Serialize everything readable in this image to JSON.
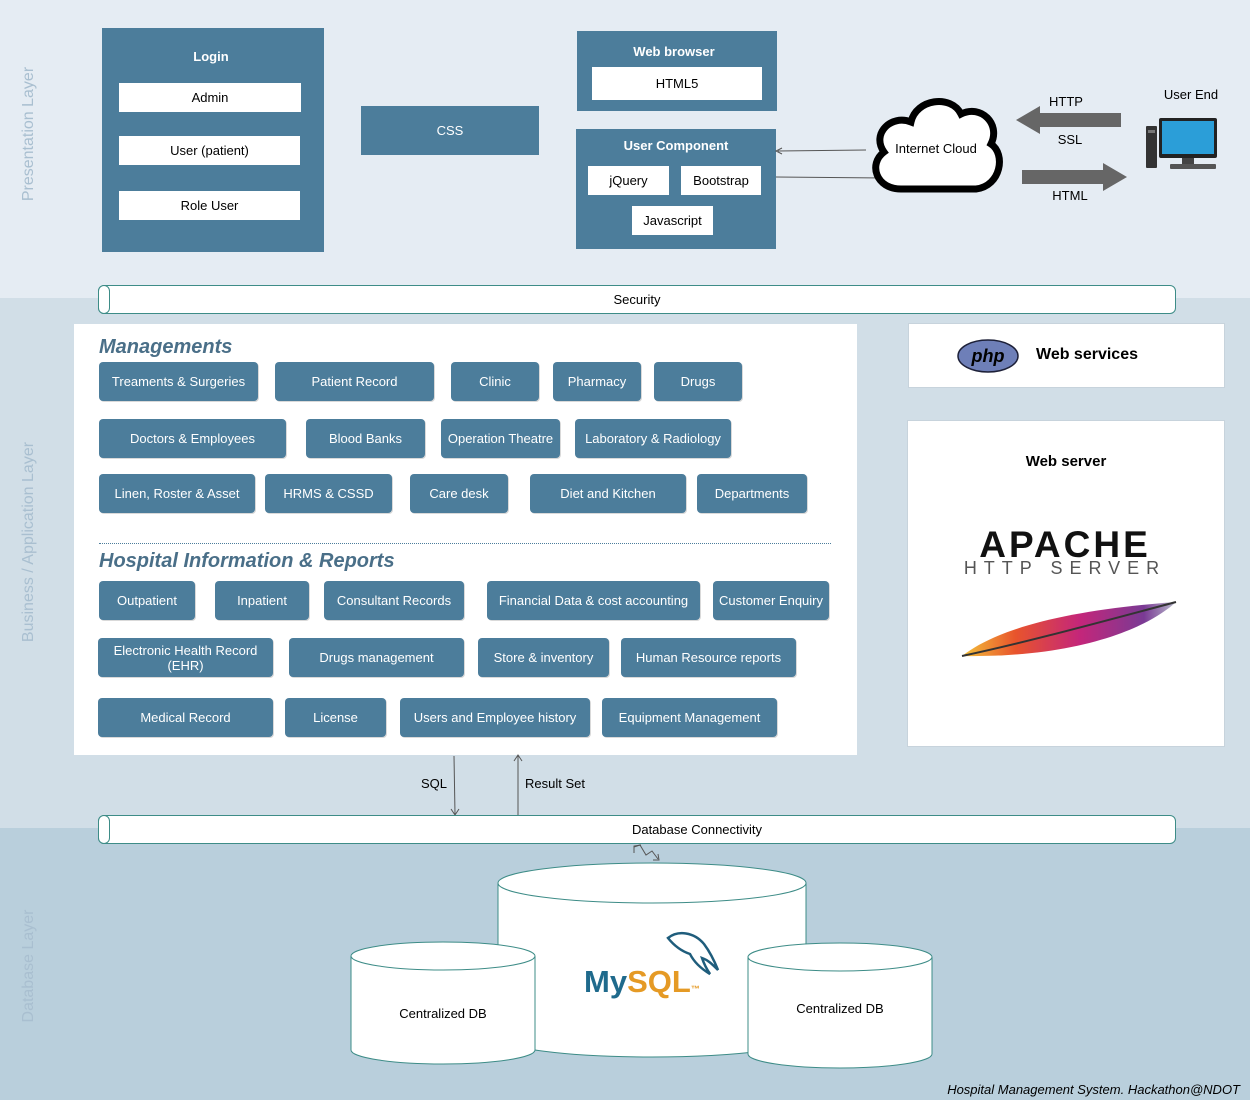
{
  "layers": {
    "presentation": "Presentation Layer",
    "business": "Business / Application Layer",
    "database": "Database Layer"
  },
  "login": {
    "title": "Login",
    "items": [
      "Admin",
      "User (patient)",
      "Role User"
    ]
  },
  "css_box": "CSS",
  "web_browser": {
    "title": "Web browser",
    "item": "HTML5"
  },
  "user_component": {
    "title": "User Component",
    "items": [
      "jQuery",
      "Bootstrap",
      "Javascript"
    ]
  },
  "internet_cloud": "Internet Cloud",
  "protocols": {
    "http": "HTTP",
    "ssl": "SSL",
    "html": "HTML"
  },
  "user_end": "User End",
  "security": "Security",
  "managements": {
    "title": "Managements",
    "items": [
      "Treaments & Surgeries",
      "Patient Record",
      "Clinic",
      "Pharmacy",
      "Drugs",
      "Doctors & Employees",
      "Blood Banks",
      "Operation Theatre",
      "Laboratory & Radiology",
      "Linen, Roster & Asset",
      "HRMS & CSSD",
      "Care desk",
      "Diet and Kitchen",
      "Departments"
    ]
  },
  "reports": {
    "title": "Hospital Information & Reports",
    "items": [
      "Outpatient",
      "Inpatient",
      "Consultant Records",
      "Financial Data & cost accounting",
      "Customer Enquiry",
      "Electronic Health Record (EHR)",
      "Drugs management",
      "Store & inventory",
      "Human Resource reports",
      "Medical Record",
      "License",
      "Users and Employee history",
      "Equipment Management"
    ]
  },
  "web_services": {
    "logo": "php",
    "label": "Web services"
  },
  "web_server": {
    "title": "Web server",
    "logo_main": "APACHE",
    "logo_sub": "HTTP SERVER"
  },
  "sql_arrows": {
    "sql": "SQL",
    "result": "Result Set"
  },
  "db_connectivity": "Database Connectivity",
  "databases": {
    "left": "Centralized DB",
    "right": "Centralized DB",
    "center_logo_a": "My",
    "center_logo_b": "SQL",
    "center_logo_tm": "™"
  },
  "footer": "Hospital Management System. Hackathon@NDOT",
  "colors": {
    "steel": "#4c7d9b",
    "band_top": "#e5ecf3",
    "band_mid": "#d1dee7",
    "band_bottom": "#b9cfdc",
    "pipe_border": "#3d8c87"
  }
}
